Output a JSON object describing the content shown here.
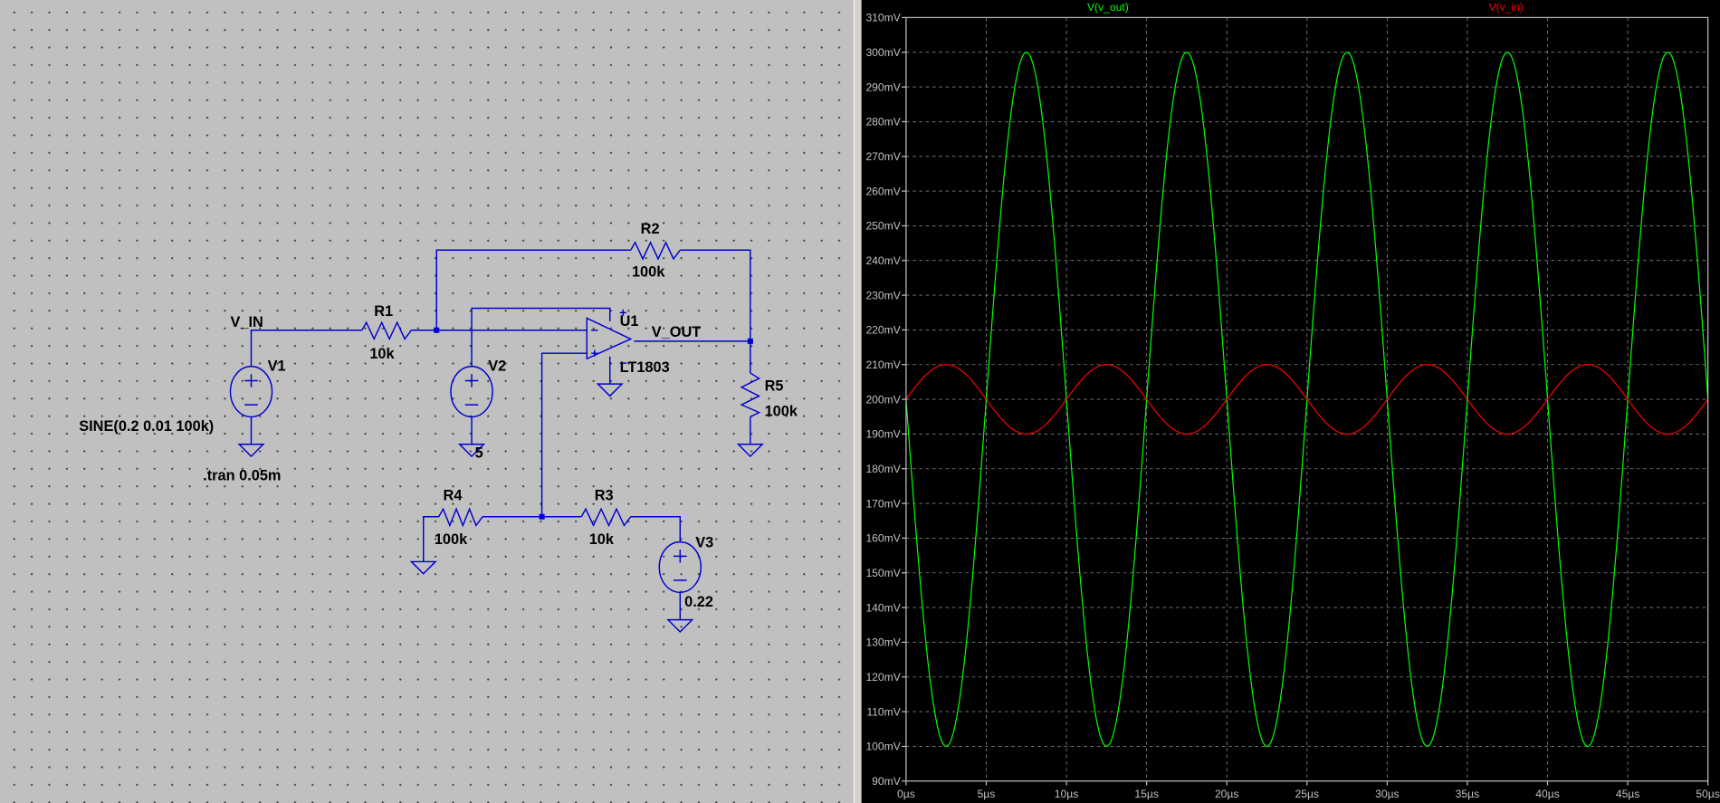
{
  "schematic": {
    "net_labels": {
      "v_in": "V_IN",
      "v_out": "V_OUT"
    },
    "components": {
      "R1": {
        "name": "R1",
        "value": "10k"
      },
      "R2": {
        "name": "R2",
        "value": "100k"
      },
      "R3": {
        "name": "R3",
        "value": "10k"
      },
      "R4": {
        "name": "R4",
        "value": "100k"
      },
      "R5": {
        "name": "R5",
        "value": "100k"
      },
      "V1": {
        "name": "V1",
        "value": "SINE(0.2 0.01 100k)"
      },
      "V2": {
        "name": "V2",
        "value": "5"
      },
      "V3": {
        "name": "V3",
        "value": "0.22"
      },
      "U1": {
        "name": "U1",
        "value": "LT1803"
      }
    },
    "directive": ".tran 0.05m"
  },
  "chart_data": {
    "type": "line",
    "title": "",
    "xlabel": "",
    "ylabel": "",
    "xlim": [
      0,
      50
    ],
    "x_unit": "µs",
    "ylim": [
      90,
      310
    ],
    "y_unit": "mV",
    "x_ticks": [
      "0µs",
      "5µs",
      "10µs",
      "15µs",
      "20µs",
      "25µs",
      "30µs",
      "35µs",
      "40µs",
      "45µs",
      "50µs"
    ],
    "y_ticks": [
      "310mV",
      "300mV",
      "290mV",
      "280mV",
      "270mV",
      "260mV",
      "250mV",
      "240mV",
      "230mV",
      "220mV",
      "210mV",
      "200mV",
      "190mV",
      "180mV",
      "170mV",
      "160mV",
      "150mV",
      "140mV",
      "130mV",
      "120mV",
      "110mV",
      "100mV",
      "90mV"
    ],
    "grid": true,
    "legend_placement": "top",
    "series": [
      {
        "name": "V(v_out)",
        "color": "#00ff00",
        "offset_mV": 200,
        "amplitude_mV": -100,
        "frequency_kHz": 100
      },
      {
        "name": "V(v_in)",
        "color": "#ff0000",
        "offset_mV": 200,
        "amplitude_mV": 10,
        "frequency_kHz": 100
      }
    ]
  }
}
